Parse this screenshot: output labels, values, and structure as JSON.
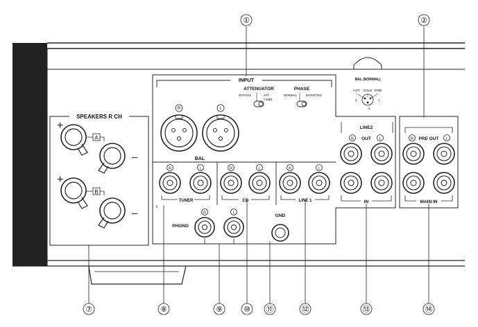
{
  "callouts": [
    "①",
    "②",
    "⑦",
    "⑧",
    "⑨",
    "⑩",
    "⑪",
    "⑫",
    "⑬",
    "⑭"
  ],
  "labels": {
    "input": "INPUT",
    "attenuator": "ATTENUATOR",
    "bypass": "BYPASS",
    "att": "ATT",
    "att_db": "(-6dB)",
    "phase": "PHASE",
    "normal": "NORMAL",
    "inverted": "INVERTED",
    "bal_normal": "BAL (NORMAL)",
    "hot": "HOT",
    "cold": "COLD",
    "gnd_small": "GND",
    "pin2": "2",
    "pin3": "3",
    "pin1": "1",
    "speakers": "SPEAKERS R CH",
    "plus_a": "+",
    "plus_b": "+",
    "minus_a": "–",
    "minus_b": "–",
    "a": "A",
    "b": "B",
    "bal": "BAL",
    "r": "R",
    "l": "L",
    "tuner": "TUNER",
    "cd": "CD",
    "line1": "LINE 1",
    "line2": "LINE2",
    "out": "OUT",
    "in": "IN",
    "pre_out": "PRE OUT",
    "main_in": "MAIN IN",
    "phono": "PHONO",
    "gnd": "GND"
  }
}
